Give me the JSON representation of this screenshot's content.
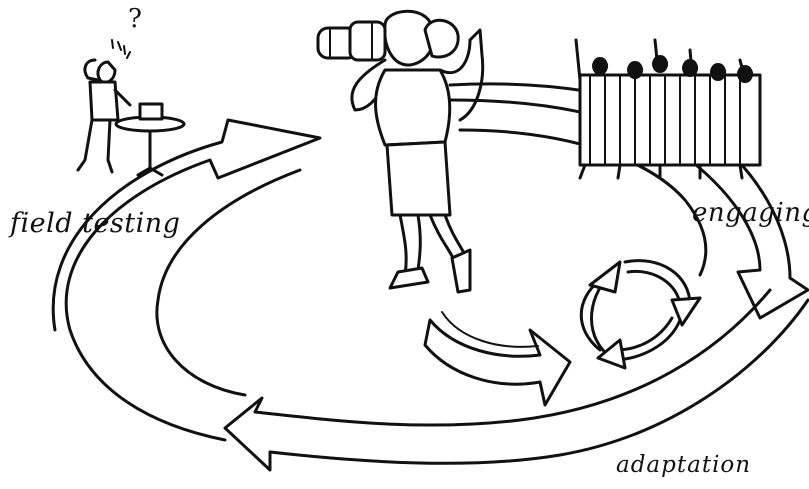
{
  "labels": {
    "field_testing": "field testing",
    "engaging": "engaging",
    "adaptation": "adaptation",
    "question_mark": "?"
  },
  "icons": [
    "cycle-arrow-icon",
    "refresh-cycle-icon",
    "curved-arrow-icon",
    "question-mark-icon"
  ],
  "colors": {
    "ink": "#111111",
    "paper": "#ffffff"
  }
}
